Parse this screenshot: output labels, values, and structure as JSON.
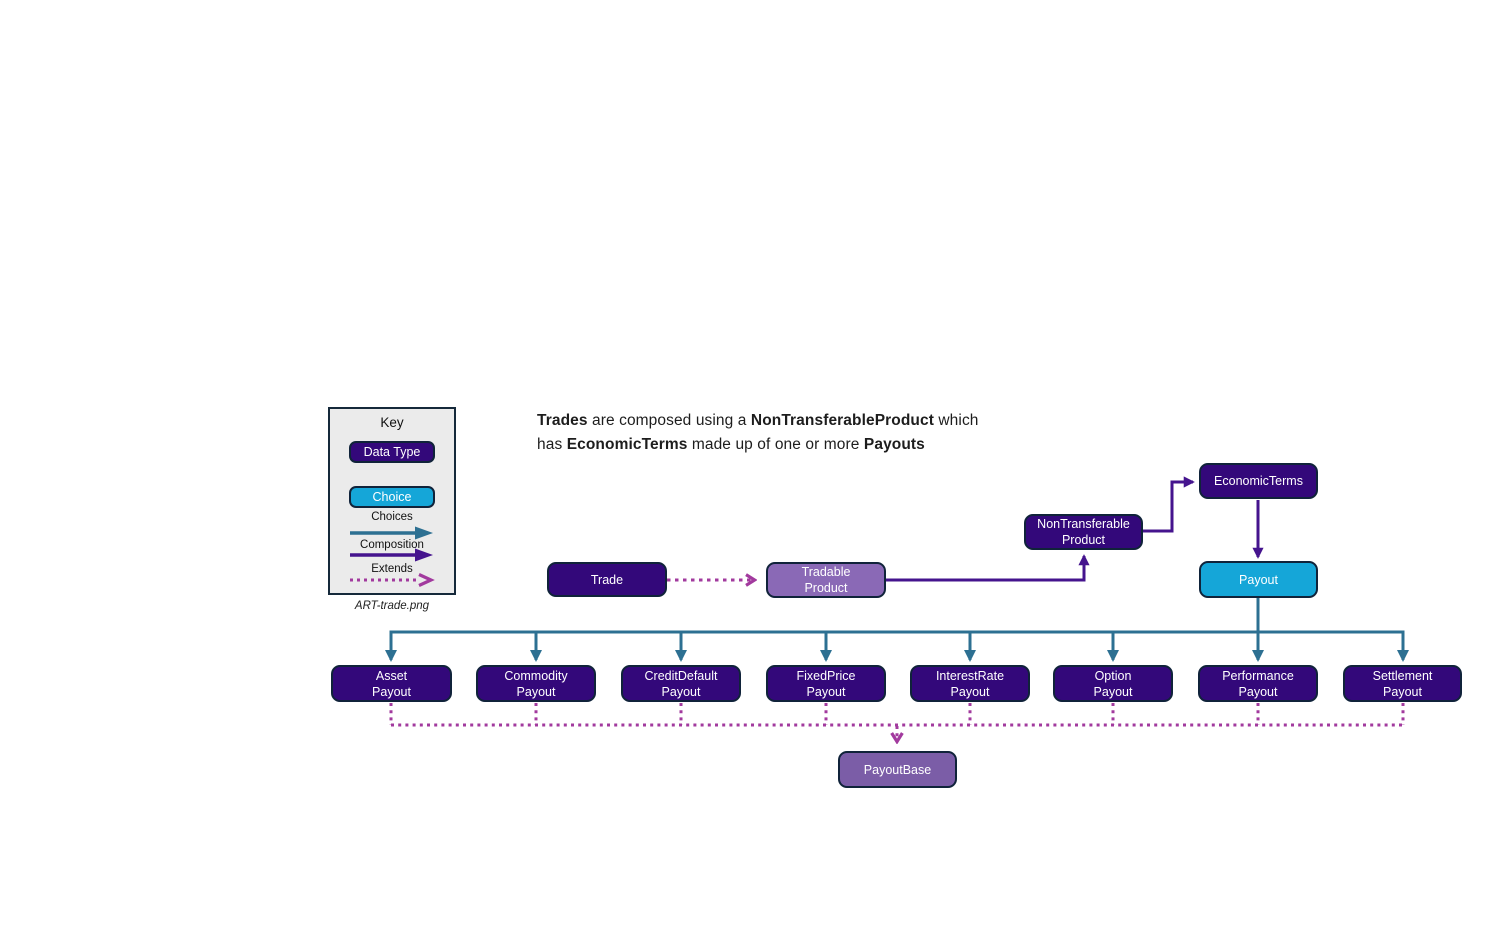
{
  "title": {
    "segments": [
      {
        "text": "Trades",
        "bold": true
      },
      {
        "text": " are composed using a ",
        "bold": false
      },
      {
        "text": "NonTransferableProduct",
        "bold": true
      },
      {
        "text": " which",
        "bold": false
      },
      {
        "text": "has ",
        "bold": false
      },
      {
        "text": "EconomicTerms",
        "bold": true
      },
      {
        "text": " made up of one or more ",
        "bold": false
      },
      {
        "text": "Payouts",
        "bold": true
      }
    ]
  },
  "key": {
    "heading": "Key",
    "data_type_label": "Data Type",
    "choice_label": "Choice",
    "choices_label": "Choices",
    "composition_label": "Composition",
    "extends_label": "Extends",
    "caption": "ART-trade.png"
  },
  "nodes": {
    "trade": {
      "label": "Trade"
    },
    "tradable_product": {
      "label": "Tradable\nProduct"
    },
    "non_transferable_product": {
      "label": "NonTransferable\nProduct"
    },
    "economic_terms": {
      "label": "EconomicTerms"
    },
    "payout": {
      "label": "Payout"
    },
    "asset_payout": {
      "label": "Asset\nPayout"
    },
    "commodity_payout": {
      "label": "Commodity\nPayout"
    },
    "credit_default_payout": {
      "label": "CreditDefault\nPayout"
    },
    "fixed_price_payout": {
      "label": "FixedPrice\nPayout"
    },
    "interest_rate_payout": {
      "label": "InterestRate\nPayout"
    },
    "option_payout": {
      "label": "Option\nPayout"
    },
    "performance_payout": {
      "label": "Performance\nPayout"
    },
    "settlement_payout": {
      "label": "Settlement\nPayout"
    },
    "payout_base": {
      "label": "PayoutBase"
    }
  },
  "colors": {
    "data_type_fill": "#33087a",
    "choice_fill": "#15a6d8",
    "tradable_product_fill": "#8a69b6",
    "payout_base_fill": "#7b5da7",
    "node_border": "#10233a",
    "choices_arrow": "#2d7092",
    "composition_arrow": "#45148e",
    "extends_arrow": "#a23a9e",
    "key_panel_background": "#ebebeb",
    "page_background": "#ffffff"
  }
}
